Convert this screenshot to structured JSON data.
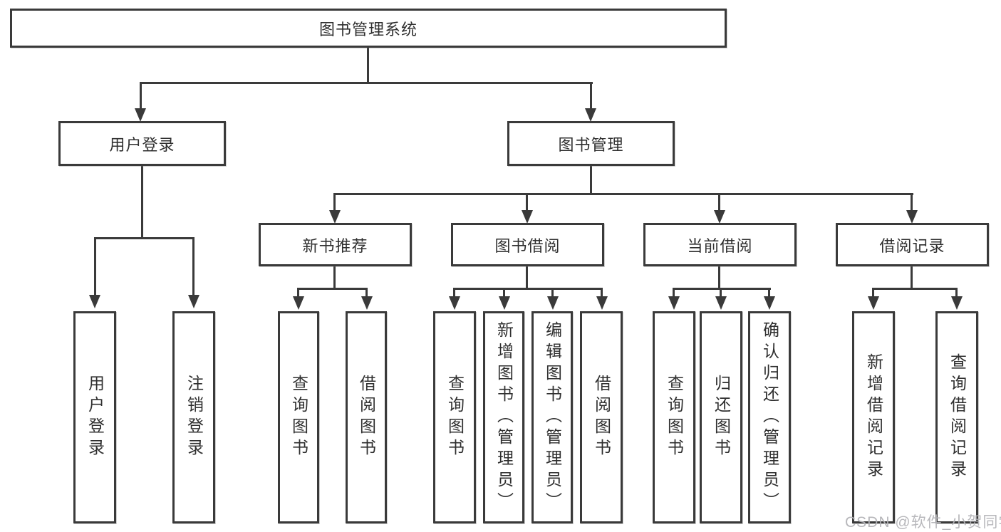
{
  "diagram_title": "图书管理系统",
  "nodes": {
    "root": "图书管理系统",
    "user_login": "用户登录",
    "book_mgmt": "图书管理",
    "new_book_rec": "新书推荐",
    "book_borrow": "图书借阅",
    "current_borrow": "当前借阅",
    "borrow_records": "借阅记录"
  },
  "leaves": {
    "user_login": "用户登录",
    "logout": "注销登录",
    "rec_query_book": "查询图书",
    "rec_borrow_book": "借阅图书",
    "bor_query_book": "查询图书",
    "bor_add_book": "新增图书（管理员）",
    "bor_edit_book": "编辑图书（管理员）",
    "bor_borrow_book": "借阅图书",
    "cur_query_book": "查询图书",
    "cur_return_book": "归还图书",
    "cur_confirm_return": "确认归还（管理员）",
    "hist_add_record": "新增借阅记录",
    "hist_query_record": "查询借阅记录"
  },
  "watermark": "CSDN @软件_小贺同学",
  "colors": {
    "line": "#3a3a3a",
    "box_background": "#ffffff",
    "text": "#2f2f2f",
    "watermark": "#b4b4b8"
  }
}
